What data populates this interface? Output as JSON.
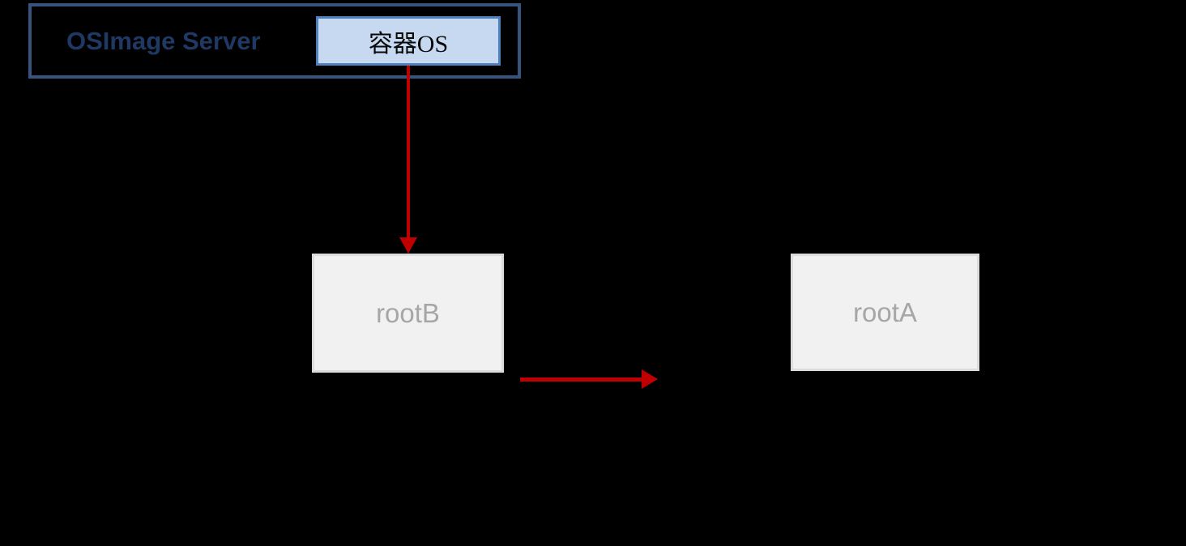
{
  "colors": {
    "background": "#000000",
    "server_border": "#36547E",
    "server_label": "#1F3864",
    "container_fill": "#C6D9F1",
    "container_border": "#4F81BD",
    "container_label": "#0A0A0A",
    "root_fill": "#F1F1F1",
    "root_border": "#DCDCDC",
    "root_label": "#A6A6A6",
    "arrow_red": "#C00000"
  },
  "nodes": {
    "server": {
      "label": "OSImage Server"
    },
    "container_os": {
      "label": "容器OS"
    },
    "rootB": {
      "label": "rootB"
    },
    "rootA": {
      "label": "rootA"
    }
  }
}
